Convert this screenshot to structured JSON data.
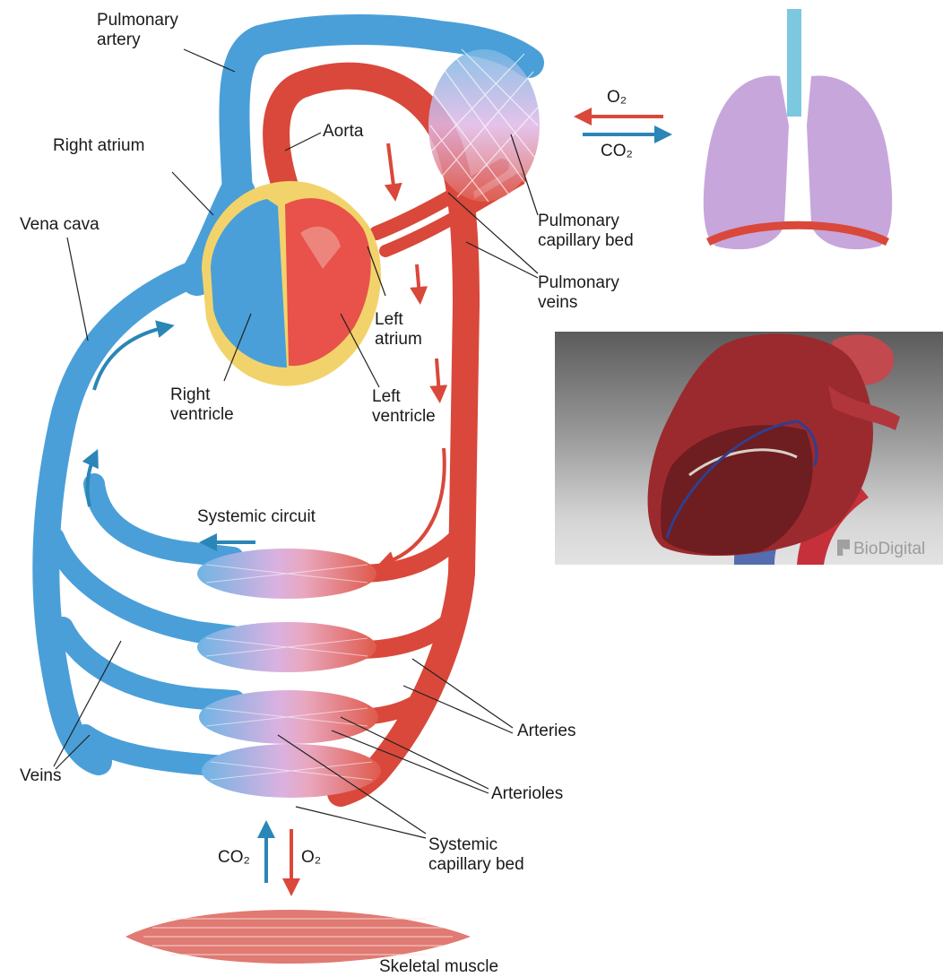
{
  "labels": {
    "pulmonary_artery": [
      "Pulmonary",
      "artery"
    ],
    "aorta": "Aorta",
    "right_atrium": "Right atrium",
    "vena_cava": "Vena cava",
    "pulmonary_capillary_bed": [
      "Pulmonary",
      "capillary bed"
    ],
    "pulmonary_veins": [
      "Pulmonary",
      "veins"
    ],
    "left_atrium": [
      "Left",
      "atrium"
    ],
    "right_ventricle": [
      "Right",
      "ventricle"
    ],
    "left_ventricle": [
      "Left",
      "ventricle"
    ],
    "systemic_circuit": "Systemic circuit",
    "arteries": "Arteries",
    "arterioles": "Arterioles",
    "veins": "Veins",
    "systemic_capillary_bed": [
      "Systemic",
      "capillary bed"
    ],
    "skeletal_muscle": "Skeletal muscle"
  },
  "gas": {
    "lungs_o2": "O₂",
    "lungs_co2": "CO₂",
    "muscle_co2": "CO₂",
    "muscle_o2": "O₂"
  },
  "inset": {
    "watermark": "BioDigital"
  },
  "colors": {
    "deoxygenated": "#4a9fd8",
    "oxygenated": "#d9483a",
    "capillary": "#d7a9dc",
    "heart_wall": "#f2d36b",
    "lung": "#c7a6dc"
  }
}
